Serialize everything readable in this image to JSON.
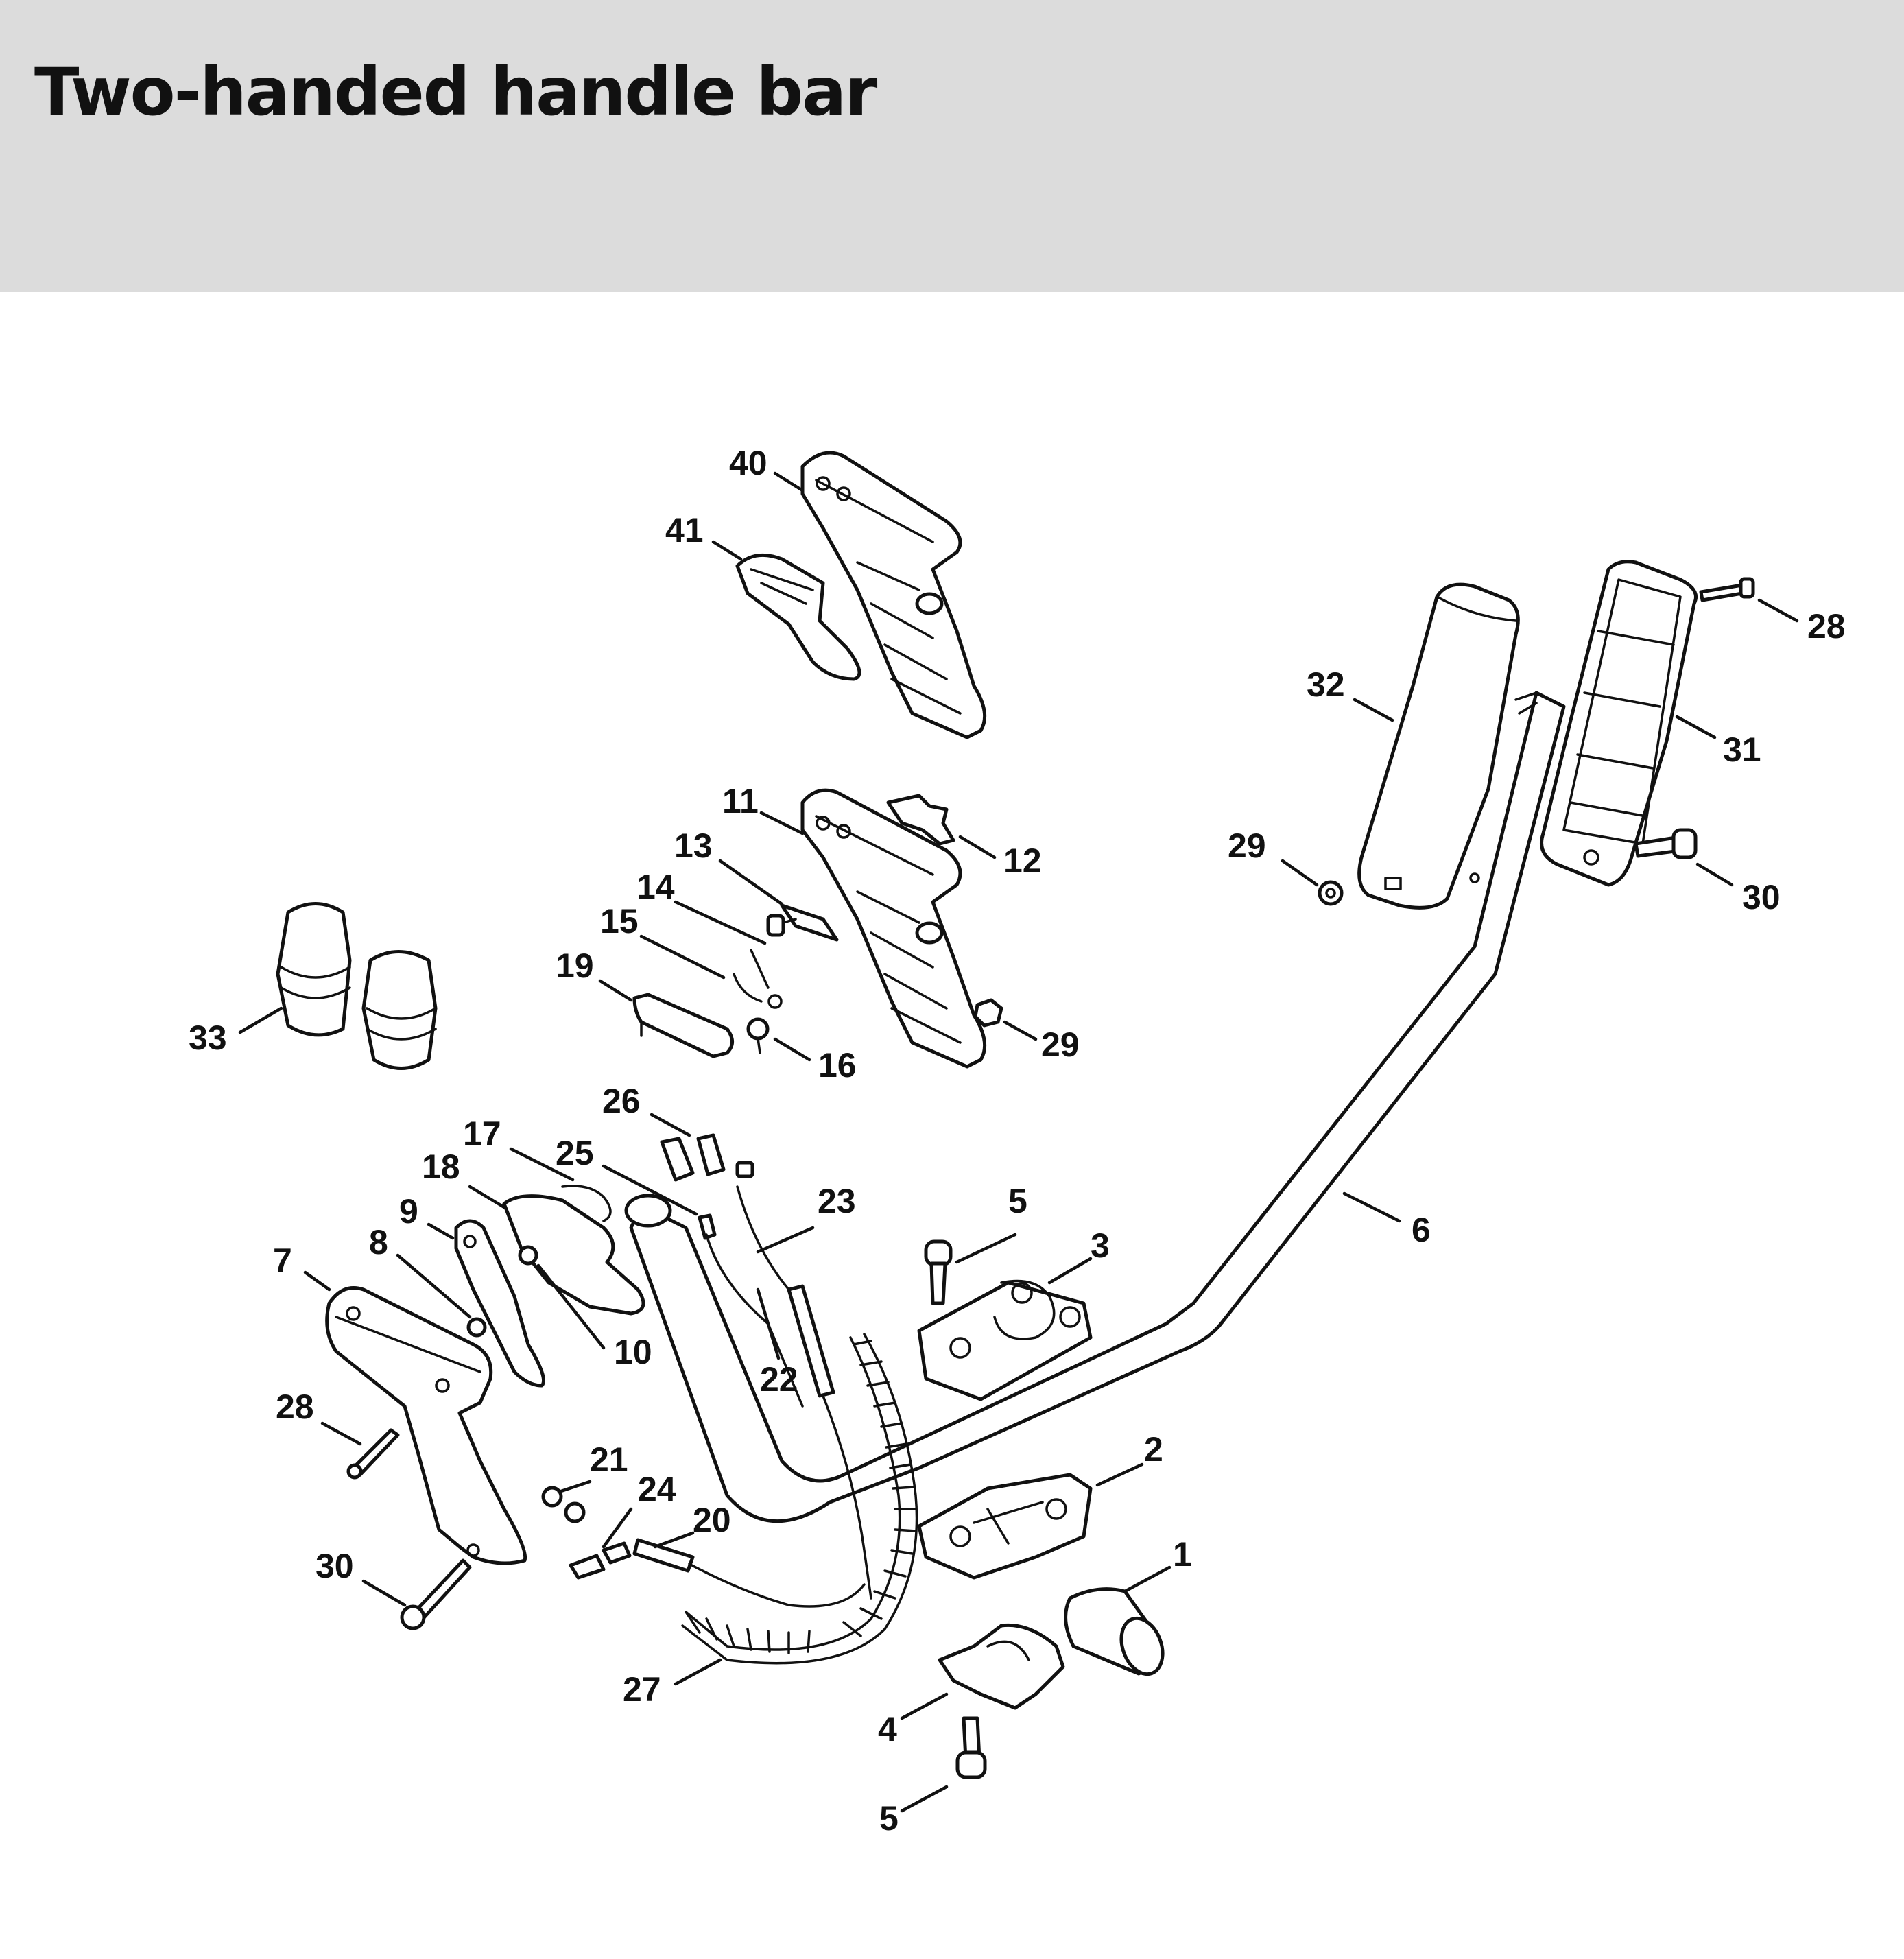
{
  "title": "Two-handed handle bar",
  "colors": {
    "header_bg": "#dcdcdc",
    "ink": "#111111",
    "paper": "#ffffff"
  },
  "callouts": [
    {
      "id": "c40",
      "label": "40"
    },
    {
      "id": "c41",
      "label": "41"
    },
    {
      "id": "c32",
      "label": "32"
    },
    {
      "id": "c28a",
      "label": "28"
    },
    {
      "id": "c31",
      "label": "31"
    },
    {
      "id": "c29a",
      "label": "29"
    },
    {
      "id": "c30a",
      "label": "30"
    },
    {
      "id": "c11",
      "label": "11"
    },
    {
      "id": "c12",
      "label": "12"
    },
    {
      "id": "c13",
      "label": "13"
    },
    {
      "id": "c14",
      "label": "14"
    },
    {
      "id": "c15",
      "label": "15"
    },
    {
      "id": "c19",
      "label": "19"
    },
    {
      "id": "c16",
      "label": "16"
    },
    {
      "id": "c29b",
      "label": "29"
    },
    {
      "id": "c33",
      "label": "33"
    },
    {
      "id": "c26",
      "label": "26"
    },
    {
      "id": "c17",
      "label": "17"
    },
    {
      "id": "c25",
      "label": "25"
    },
    {
      "id": "c18",
      "label": "18"
    },
    {
      "id": "c23",
      "label": "23"
    },
    {
      "id": "c5a",
      "label": "5"
    },
    {
      "id": "c9",
      "label": "9"
    },
    {
      "id": "c3",
      "label": "3"
    },
    {
      "id": "c6",
      "label": "6"
    },
    {
      "id": "c8",
      "label": "8"
    },
    {
      "id": "c7",
      "label": "7"
    },
    {
      "id": "c10",
      "label": "10"
    },
    {
      "id": "c22",
      "label": "22"
    },
    {
      "id": "c28b",
      "label": "28"
    },
    {
      "id": "c21",
      "label": "21"
    },
    {
      "id": "c24",
      "label": "24"
    },
    {
      "id": "c2",
      "label": "2"
    },
    {
      "id": "c20",
      "label": "20"
    },
    {
      "id": "c1",
      "label": "1"
    },
    {
      "id": "c30b",
      "label": "30"
    },
    {
      "id": "c27",
      "label": "27"
    },
    {
      "id": "c4",
      "label": "4"
    },
    {
      "id": "c5b",
      "label": "5"
    }
  ]
}
